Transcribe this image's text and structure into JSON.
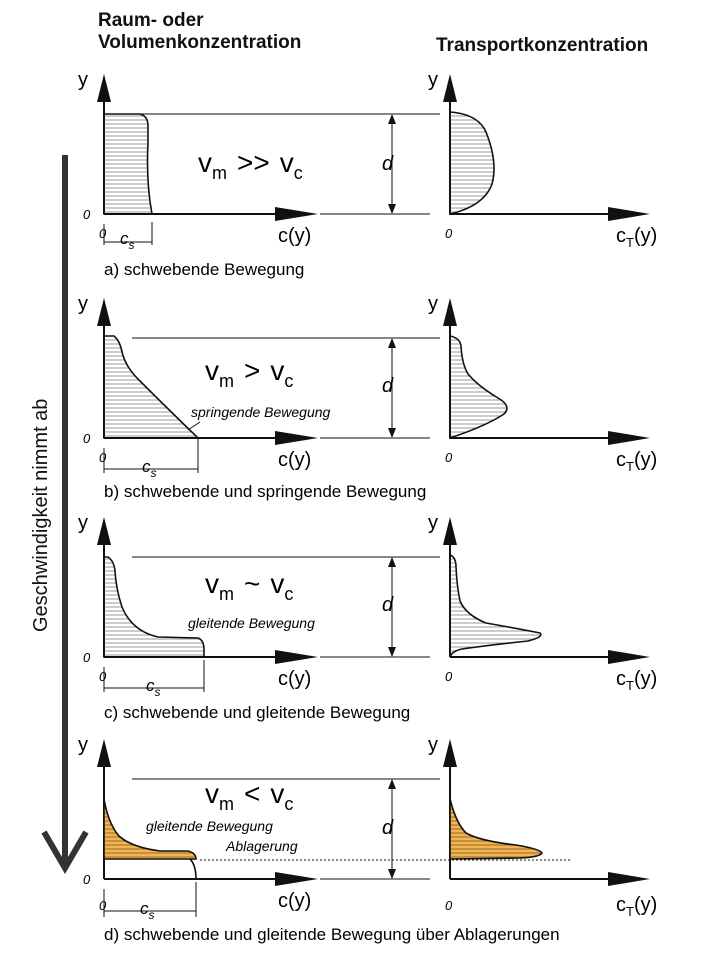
{
  "headers": {
    "left": [
      "Raum- oder",
      "Volumenkonzentration"
    ],
    "right": "Transportkonzentration"
  },
  "side_label": "Geschwindigkeit nimmt ab",
  "colors": {
    "line": "#111111",
    "hatch": "#9a9a9a",
    "deposit_fill": "#f3b451",
    "arrow": "#333333"
  },
  "panels": [
    {
      "id": "a",
      "relation": {
        "v1": "v",
        "s1": "m",
        "op": ">>",
        "v2": "v",
        "s2": "c"
      },
      "y_label": "y",
      "zero_label": "0",
      "x_zero": "0",
      "x_label_left": "c(y)",
      "x_label_right_main": "c",
      "x_label_right_sub": "T",
      "x_label_right_tail": "(y)",
      "cs_main": "c",
      "cs_sub": "s",
      "d_label": "d",
      "annotation": "",
      "annotation2": "",
      "caption": "a) schwebende Bewegung"
    },
    {
      "id": "b",
      "relation": {
        "v1": "v",
        "s1": "m",
        "op": ">",
        "v2": "v",
        "s2": "c"
      },
      "y_label": "y",
      "zero_label": "0",
      "x_zero": "0",
      "x_label_left": "c(y)",
      "x_label_right_main": "c",
      "x_label_right_sub": "T",
      "x_label_right_tail": "(y)",
      "cs_main": "c",
      "cs_sub": "s",
      "d_label": "d",
      "annotation": "springende Bewegung",
      "annotation2": "",
      "caption": "b) schwebende und springende Bewegung"
    },
    {
      "id": "c",
      "relation": {
        "v1": "v",
        "s1": "m",
        "op": "~",
        "v2": "v",
        "s2": "c"
      },
      "y_label": "y",
      "zero_label": "0",
      "x_zero": "0",
      "x_label_left": "c(y)",
      "x_label_right_main": "c",
      "x_label_right_sub": "T",
      "x_label_right_tail": "(y)",
      "cs_main": "c",
      "cs_sub": "s",
      "d_label": "d",
      "annotation": "gleitende Bewegung",
      "annotation2": "",
      "caption": "c) schwebende und gleitende Bewegung"
    },
    {
      "id": "d",
      "relation": {
        "v1": "v",
        "s1": "m",
        "op": "<",
        "v2": "v",
        "s2": "c"
      },
      "y_label": "y",
      "zero_label": "0",
      "x_zero": "0",
      "x_label_left": "c(y)",
      "x_label_right_main": "c",
      "x_label_right_sub": "T",
      "x_label_right_tail": "(y)",
      "cs_main": "c",
      "cs_sub": "s",
      "d_label": "d",
      "annotation": "gleitende Bewegung",
      "annotation2": "Ablagerung",
      "caption": "d) schwebende und gleitende Bewegung über Ablagerungen"
    }
  ]
}
